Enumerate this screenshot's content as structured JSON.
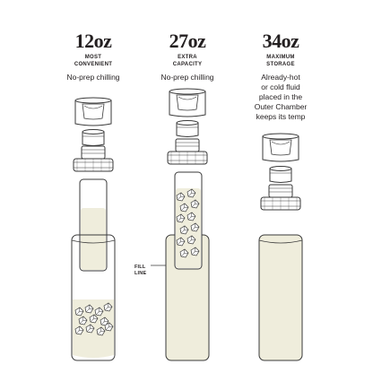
{
  "columns": [
    {
      "size": "12oz",
      "subtitle_1": "MOST",
      "subtitle_2": "CONVENIENT",
      "description": "No-prep chilling"
    },
    {
      "size": "27oz",
      "subtitle_1": "EXTRA",
      "subtitle_2": "CAPACITY",
      "description": "No-prep chilling"
    },
    {
      "size": "34oz",
      "subtitle_1": "MAXIMUM",
      "subtitle_2": "STORAGE",
      "description_lines": [
        "Already-hot",
        "or cold fluid",
        "placed in the",
        "Outer Chamber",
        "keeps its temp"
      ]
    }
  ],
  "fill_line_label": [
    "FILL",
    "LINE"
  ],
  "colors": {
    "ink": "#231f20",
    "liquid": "#efeddc",
    "outline": "#3a3a3a"
  }
}
